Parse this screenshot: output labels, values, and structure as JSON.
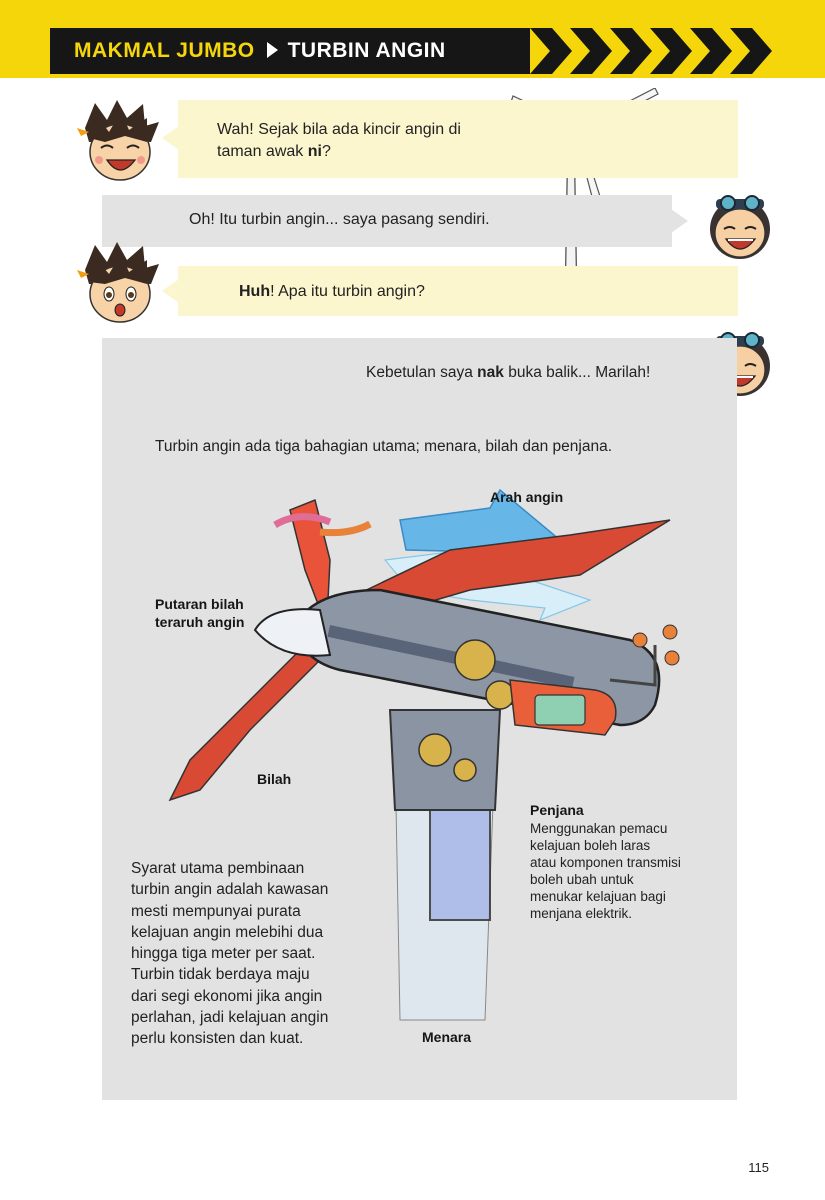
{
  "header": {
    "series": "MAKMAL JUMBO",
    "chapter": "TURBIN ANGIN"
  },
  "dialogue": [
    {
      "pre": "Wah! Sejak bila ada kincir angin di",
      "pre2": "taman awak ",
      "bold": "ni",
      "post": "?"
    },
    {
      "text": "Oh! Itu turbin angin... saya pasang sendiri."
    },
    {
      "bold": "Huh",
      "post": "! Apa itu turbin angin?"
    },
    {
      "pre": "Kebetulan saya ",
      "bold": "nak",
      "post": " buka balik... Marilah!"
    }
  ],
  "intro": "Turbin angin ada tiga bahagian utama; menara, bilah dan penjana.",
  "labels": {
    "wind": "Arah angin",
    "rotation_1": "Putaran bilah",
    "rotation_2": "teraruh angin",
    "blade": "Bilah",
    "generator": "Penjana",
    "tower": "Menara"
  },
  "generator_desc": [
    "Menggunakan pemacu",
    "kelajuan boleh laras",
    "atau komponen transmisi",
    "boleh ubah untuk",
    "menukar kelajuan bagi",
    "menjana elektrik."
  ],
  "body": [
    "Syarat utama pembinaan",
    "turbin angin adalah kawasan",
    "mesti mempunyai purata",
    "kelajuan angin melebihi dua",
    "hingga tiga meter per saat.",
    "Turbin tidak berdaya maju",
    "dari segi ekonomi jika angin",
    "perlahan, jadi kelajuan angin",
    "perlu konsisten dan kuat."
  ],
  "page_number": "115"
}
